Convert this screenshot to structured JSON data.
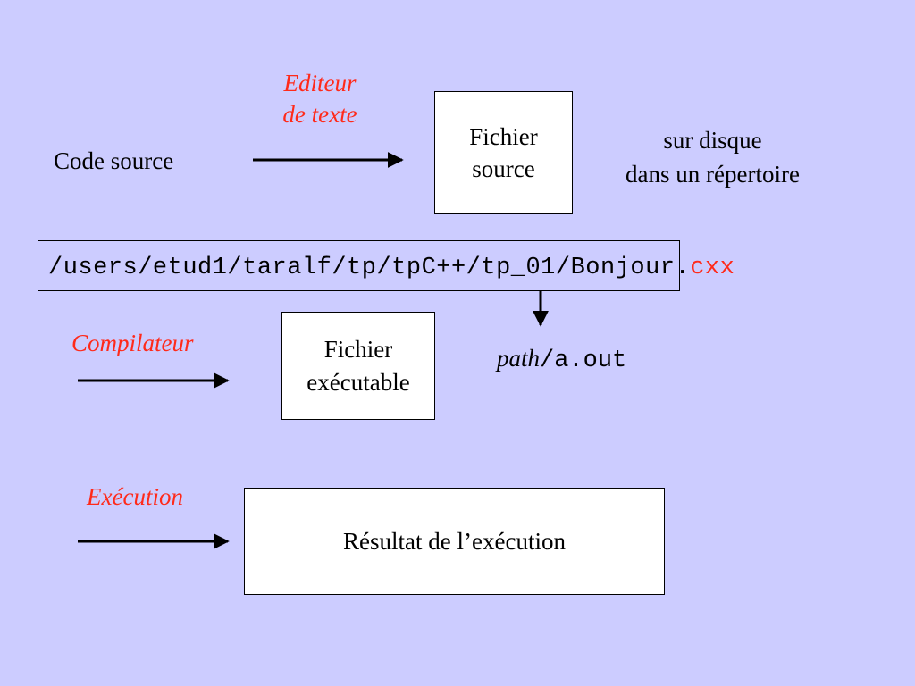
{
  "diagram": {
    "code_source": "Code source",
    "editor_label_line1": "Editeur",
    "editor_label_line2": "de texte",
    "source_file_line1": "Fichier",
    "source_file_line2": "source",
    "disk_line1": "sur disque",
    "disk_line2": "dans un répertoire",
    "path_prefix": "/users/etud1/taralf/tp/tpC++/tp_01/",
    "path_filename": "Bonjour.",
    "path_extension": "cxx",
    "compiler_label": "Compilateur",
    "exe_file_line1": "Fichier",
    "exe_file_line2": "exécutable",
    "aout_path": "path",
    "aout_file": "/a.out",
    "execution_label": "Exécution",
    "result_box": "Résultat de l’exécution"
  },
  "colors": {
    "background": "#ccccff",
    "accent_red": "#ff2a1a",
    "box_fill": "#ffffff"
  }
}
